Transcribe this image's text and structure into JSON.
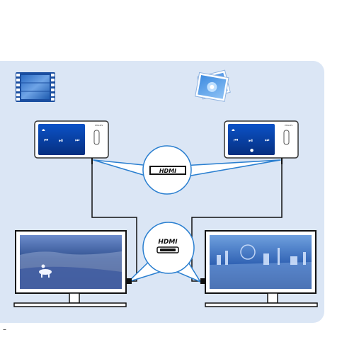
{
  "colors": {
    "panel": "#dbe6f5",
    "callout_stroke": "#2a7fd0",
    "device_screen": "#0a3fa6",
    "cable": "#1a1a1a"
  },
  "icons": {
    "left": "film-strip-icon",
    "right": "photos-icon"
  },
  "devices": {
    "left_player": {
      "brand": "PHILIPS"
    },
    "right_player": {
      "brand": "PHILIPS"
    }
  },
  "callouts": {
    "top_label": "HDMI",
    "bottom_label": "HDMI"
  },
  "page_marker": "–"
}
